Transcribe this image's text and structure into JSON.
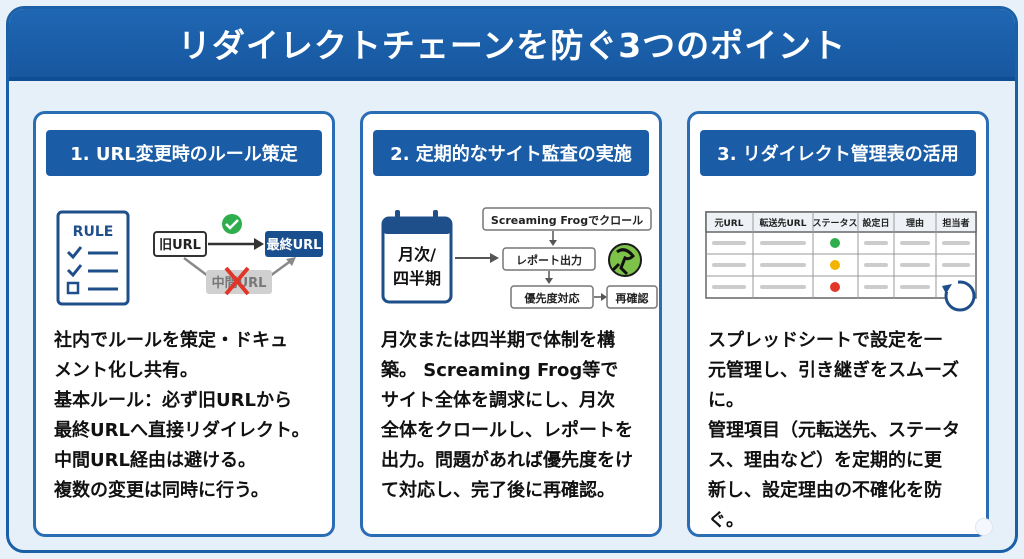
{
  "title": "リダイレクトチェーンを防ぐ3つのポイント",
  "cards": [
    {
      "heading": "1. URL変更時のルール策定",
      "icon_label": "RULE",
      "old_url": "旧URL",
      "final_url": "最終URL",
      "middle_url": "中間URL",
      "lines": [
        "社内でルールを策定・ドキュ",
        "メント化し共有。",
        "基本ルール：必ず旧URLから",
        "最終URLへ直接リダイレクト。",
        "中間URL経由は避ける。",
        "複数の変更は同時に行う。"
      ]
    },
    {
      "heading": "2. 定期的なサイト監査の実施",
      "calendar_line1": "月次/",
      "calendar_line2": "四半期",
      "flow_crawl": "Screaming Frogでクロール",
      "flow_report": "レポート出力",
      "flow_priority": "優先度対応",
      "flow_recheck": "再確認",
      "lines": [
        "月次または四半期で体制を構",
        "築。 Screaming Frog等で",
        "サイト全体を調求にし、月次",
        "全体をクロールし、レポートを",
        "出力。問題があれば優先度をけ",
        "て対応し、完了後に再確認。"
      ]
    },
    {
      "heading": "3. リダイレクト管理表の活用",
      "table_headers": [
        "元URL",
        "転送先URL",
        "ステータス",
        "設定日",
        "理由",
        "担当者"
      ],
      "status_colors": [
        "#2fae4e",
        "#f2b400",
        "#e2352a"
      ],
      "lines": [
        "スプレッドシートで設定を一",
        "元管理し、引き継ぎをスムーズ",
        "に。",
        "管理項目（元転送先、ステータ",
        "ス、理由など）を定期的に更",
        "新し、設定理由の不確化を防ぐ。"
      ]
    }
  ]
}
